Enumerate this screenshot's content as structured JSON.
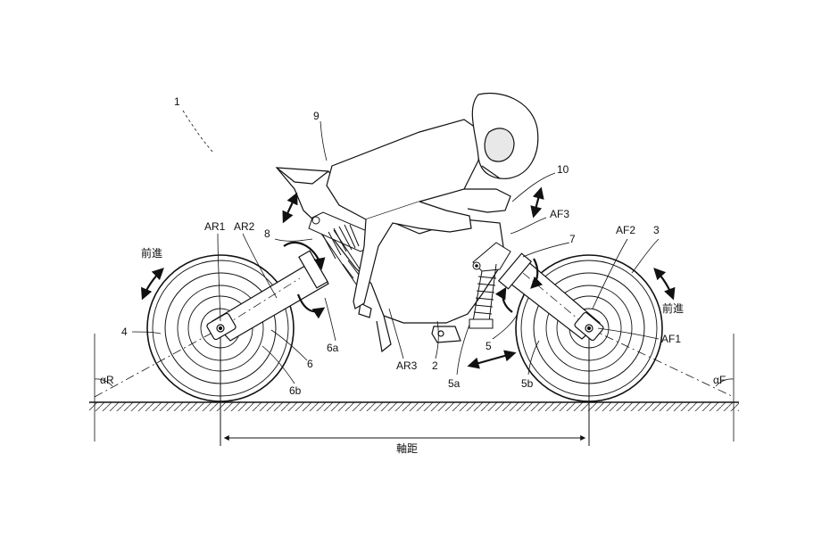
{
  "labels": {
    "fig_ref": "1",
    "rider": "9",
    "seat_rail": "10",
    "af3": "AF3",
    "front_shock": "7",
    "af2": "AF2",
    "front_wheel": "3",
    "rear_shock": "8",
    "ar1": "AR1",
    "ar2": "AR2",
    "rear_wheel": "4",
    "rear_arm": "6",
    "rear_arm_a": "6a",
    "rear_arm_b": "6b",
    "ar3": "AR3",
    "frame": "2",
    "front_arm": "5",
    "front_arm_a": "5a",
    "front_arm_b": "5b",
    "af1": "AF1",
    "alpha_r": "αR",
    "alpha_f": "αF",
    "forward_rear": "前進",
    "forward_front": "前進",
    "wheelbase": "軸距"
  }
}
